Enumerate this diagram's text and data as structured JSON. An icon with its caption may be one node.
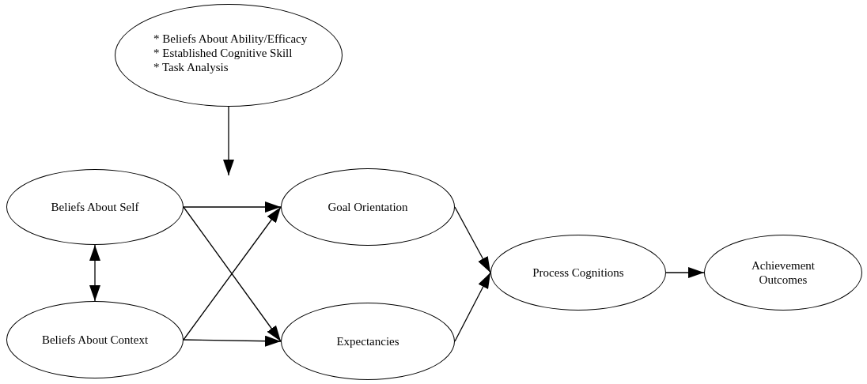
{
  "diagram": {
    "nodes": [
      {
        "text": [
          "* Beliefs About Ability/Efficacy",
          "* Established Cognitive Skill",
          "* Task Analysis"
        ]
      },
      {
        "text": [
          "Beliefs About Self"
        ]
      },
      {
        "text": [
          "Goal Orientation"
        ]
      },
      {
        "text": [
          "Beliefs About Context"
        ]
      },
      {
        "text": [
          "Expectancies"
        ]
      },
      {
        "text": [
          "Process Cognitions"
        ]
      },
      {
        "text": [
          "Achievement Outcomes"
        ]
      }
    ],
    "edges": [
      {
        "from": 0,
        "to": null,
        "arrow": "to"
      },
      {
        "from": 1,
        "to": 2,
        "arrow": "to"
      },
      {
        "from": 1,
        "to": 4,
        "arrow": "to"
      },
      {
        "from": 1,
        "to": 3,
        "arrow": "both"
      },
      {
        "from": 3,
        "to": 2,
        "arrow": "to"
      },
      {
        "from": 3,
        "to": 4,
        "arrow": "to"
      },
      {
        "from": 2,
        "to": 5,
        "arrow": "to"
      },
      {
        "from": 4,
        "to": 5,
        "arrow": "to"
      },
      {
        "from": 5,
        "to": 6,
        "arrow": "to"
      }
    ]
  }
}
